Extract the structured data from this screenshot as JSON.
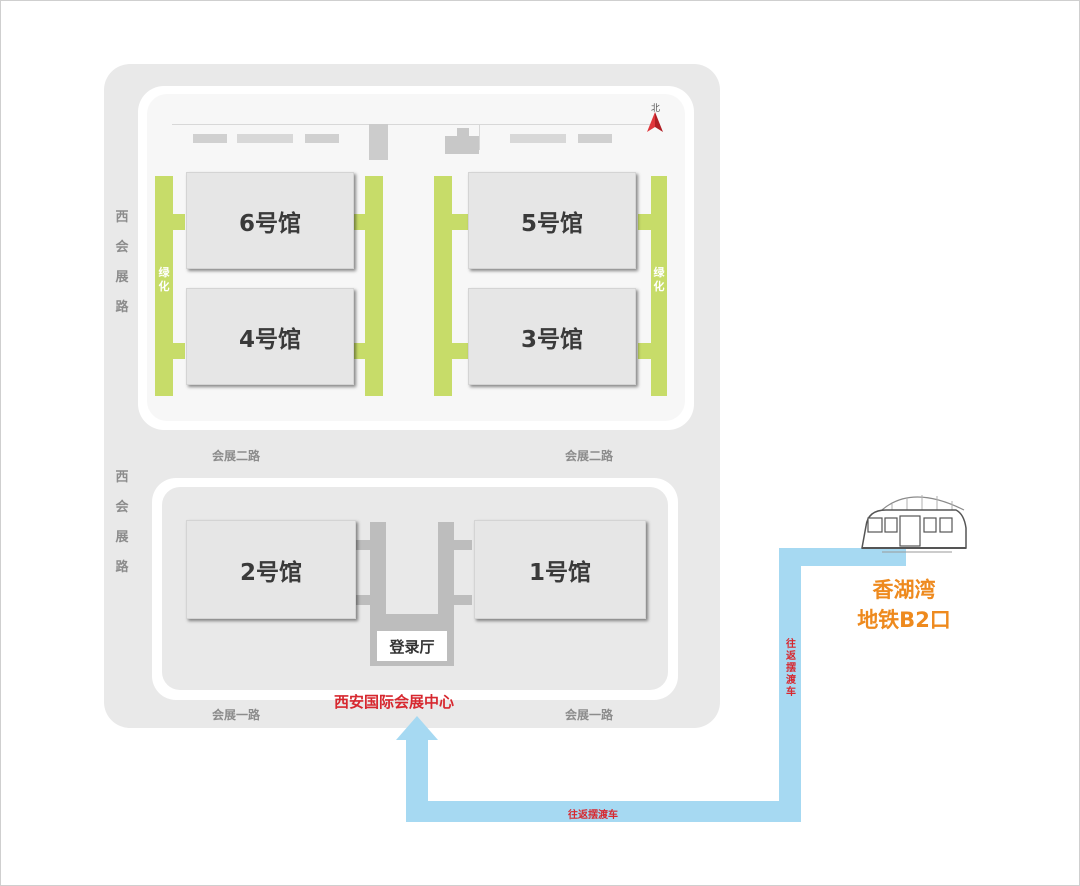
{
  "halls": {
    "hall6": "6号馆",
    "hall5": "5号馆",
    "hall4": "4号馆",
    "hall3": "3号馆",
    "hall2": "2号馆",
    "hall1": "1号馆"
  },
  "lobby": "登录厅",
  "center_name": "西安国际会展中心",
  "roads": {
    "west_upper": "西会展路",
    "west_lower": "西会展路",
    "road2_left": "会展二路",
    "road2_right": "会展二路",
    "road1_left": "会展一路",
    "road1_right": "会展一路"
  },
  "greenery": {
    "left": "绿化",
    "right": "绿化"
  },
  "north": "北",
  "shuttle": {
    "horizontal": "往返摆渡车",
    "vertical": "往返摆渡车"
  },
  "metro": {
    "line1": "香湖湾",
    "line2": "地铁B2口"
  },
  "colors": {
    "greenery": "#c7dc69",
    "route": "#a6d9f2",
    "center_title": "#d7282f",
    "metro_label": "#ee8a1e"
  }
}
